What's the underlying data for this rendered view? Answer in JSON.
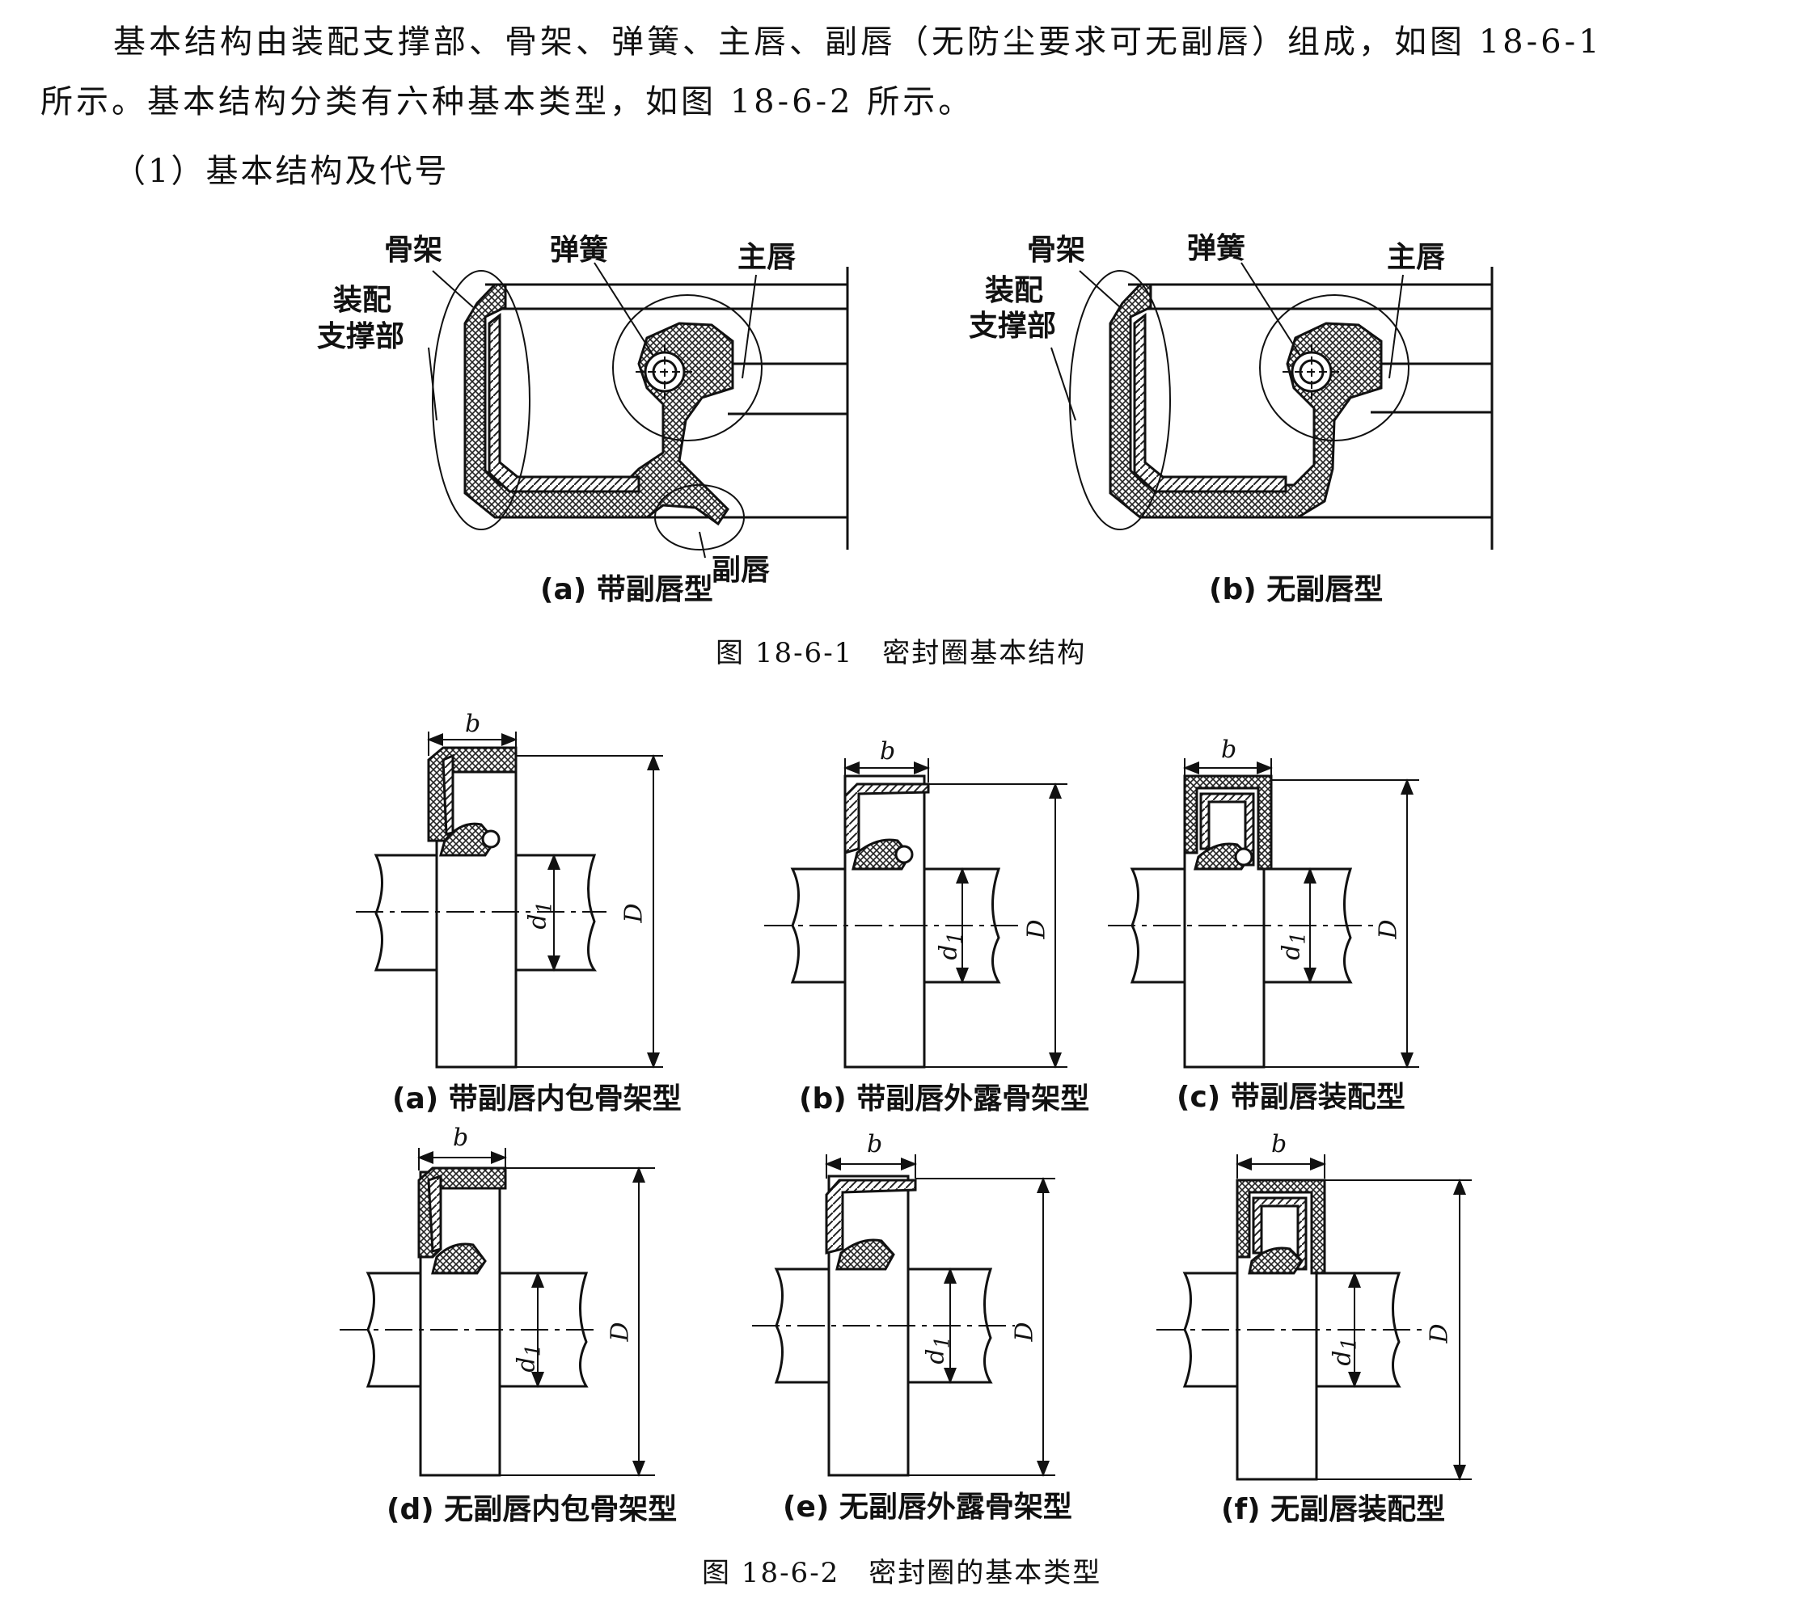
{
  "text": {
    "para1_line1": "基本结构由装配支撑部、骨架、弹簧、主唇、副唇（无防尘要求可无副唇）组成，如图 18-6-1",
    "para1_line2": "所示。基本结构分类有六种基本类型，如图 18-6-2 所示。",
    "para2": "（1）基本结构及代号"
  },
  "figure1": {
    "caption": "图 18-6-1　密封圈基本结构",
    "a": {
      "label_skeleton": "骨架",
      "label_support_1": "装配",
      "label_support_2": "支撑部",
      "label_spring": "弹簧",
      "label_main_lip": "主唇",
      "label_sub_lip": "副唇",
      "caption": "(a) 带副唇型"
    },
    "b": {
      "label_skeleton": "骨架",
      "label_support_1": "装配",
      "label_support_2": "支撑部",
      "label_spring": "弹簧",
      "label_main_lip": "主唇",
      "caption": "(b) 无副唇型"
    }
  },
  "figure2": {
    "caption": "图 18-6-2　密封圈的基本类型",
    "dims": {
      "b": "b",
      "d": "d",
      "d_sub": "1",
      "D": "D"
    },
    "types": [
      {
        "caption": "(a) 带副唇内包骨架型"
      },
      {
        "caption": "(b) 带副唇外露骨架型"
      },
      {
        "caption": "(c) 带副唇装配型"
      },
      {
        "caption": "(d) 无副唇内包骨架型"
      },
      {
        "caption": "(e) 无副唇外露骨架型"
      },
      {
        "caption": "(f) 无副唇装配型"
      }
    ]
  },
  "colors": {
    "ink": "#111111",
    "rubber_fill": "#555555"
  }
}
